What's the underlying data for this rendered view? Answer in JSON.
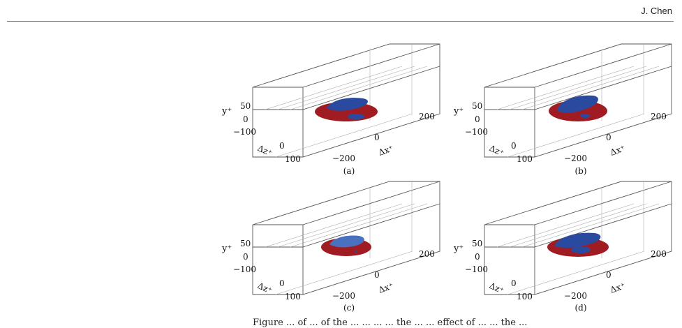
{
  "header": {
    "author": "J. Chen"
  },
  "panels": [
    {
      "label": "(a)"
    },
    {
      "label": "(b)"
    },
    {
      "label": "(c)"
    },
    {
      "label": "(d)"
    }
  ],
  "axes": {
    "y_label": "y⁺",
    "x_label": "Δx⁺",
    "z_label": "Δz⁺",
    "y_ticks": [
      "50",
      "0"
    ],
    "x_ticks": [
      "200",
      "0",
      "−200"
    ],
    "z_ticks": [
      "−100",
      "0",
      "100"
    ]
  },
  "colors": {
    "positive": "#a01c22",
    "negative": "#2a4aa0"
  },
  "caption_fragment": "Figure ... of ... of the ... ... ... ... the ... ... effect of ... ... the ..."
}
